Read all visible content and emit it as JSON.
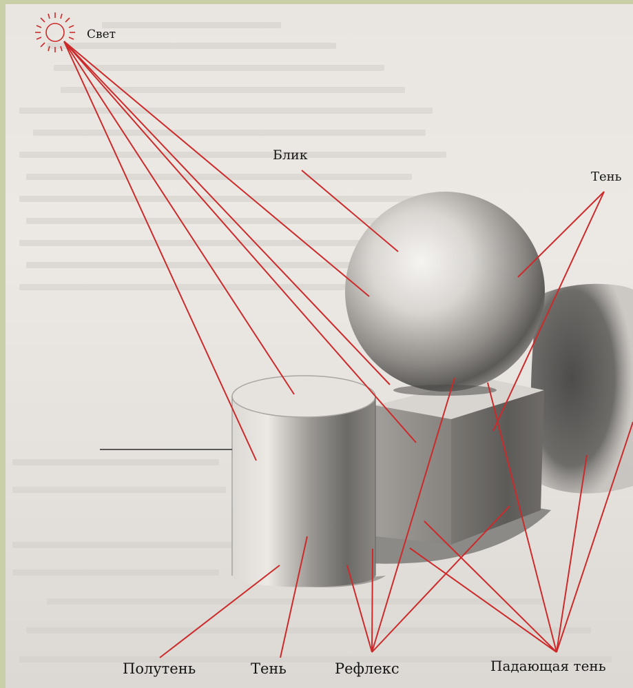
{
  "labels": {
    "light": "Свет",
    "highlight": "Блик",
    "shadow_right": "Тень",
    "halftone": "Полутень",
    "shadow_bottom": "Тень",
    "reflex": "Рефлекс",
    "cast_shadow": "Падающая тень"
  },
  "colors": {
    "background": "#c9cfa6",
    "paper": "#e9e5e1",
    "pointer_line": "#cc2a2a",
    "sun": "#cc2a2a",
    "text": "#151515"
  },
  "icons": {
    "light_source": "sun-icon"
  }
}
